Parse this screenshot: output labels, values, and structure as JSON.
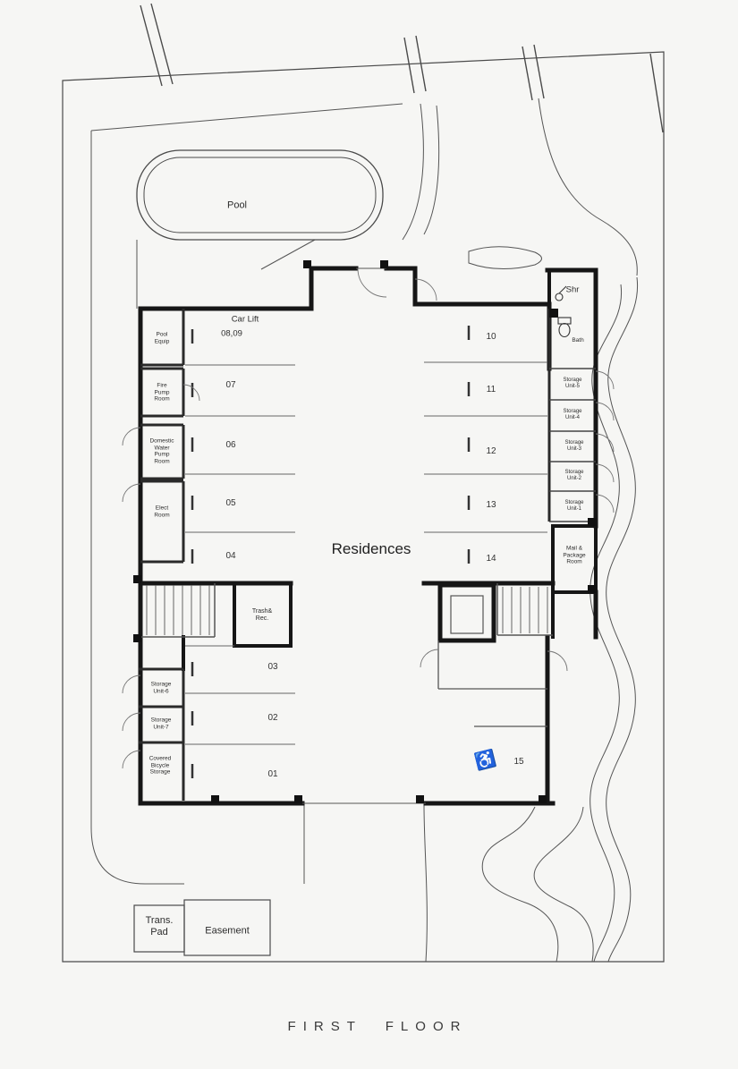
{
  "page_title": "FIRST FLOOR",
  "colors": {
    "wall": "#1a1a1a",
    "line": "#4a4a4a",
    "background": "#f6f6f4"
  },
  "site": {
    "pool_label": "Pool",
    "trans_pad_label": "Trans. Pad",
    "easement_label": "Easement"
  },
  "building": {
    "residences_label": "Residences",
    "shower_room_label": "Shr",
    "bath_label": "Bath",
    "trash_room_label": "Trash& Rec.",
    "mail_room_label": "Mail & Package Room",
    "left_rooms": {
      "pool_equip": "Pool Equip",
      "fire_pump": "Fire Pump Room",
      "domestic_water_pump": "Domestic Water Pump Room",
      "elect": "Elect Room",
      "storage_unit_6": "Storage Unit-6",
      "storage_unit_7": "Storage Unit-7",
      "covered_bicycle_storage": "Covered Bicycle Storage"
    },
    "right_rooms": {
      "storage_unit_5": "Storage Unit-5",
      "storage_unit_4": "Storage Unit-4",
      "storage_unit_3": "Storage Unit-3",
      "storage_unit_2": "Storage Unit-2",
      "storage_unit_1": "Storage Unit-1"
    },
    "parking": {
      "car_lift_label": "Car Lift",
      "car_lift_spaces": "08,09",
      "spaces_left_upper": [
        "07",
        "06",
        "05",
        "04"
      ],
      "spaces_left_lower": [
        "03",
        "02",
        "01"
      ],
      "spaces_right": [
        "10",
        "11",
        "12",
        "13",
        "14"
      ],
      "accessible_space": "15",
      "accessible_icon_glyph": "♿"
    }
  }
}
